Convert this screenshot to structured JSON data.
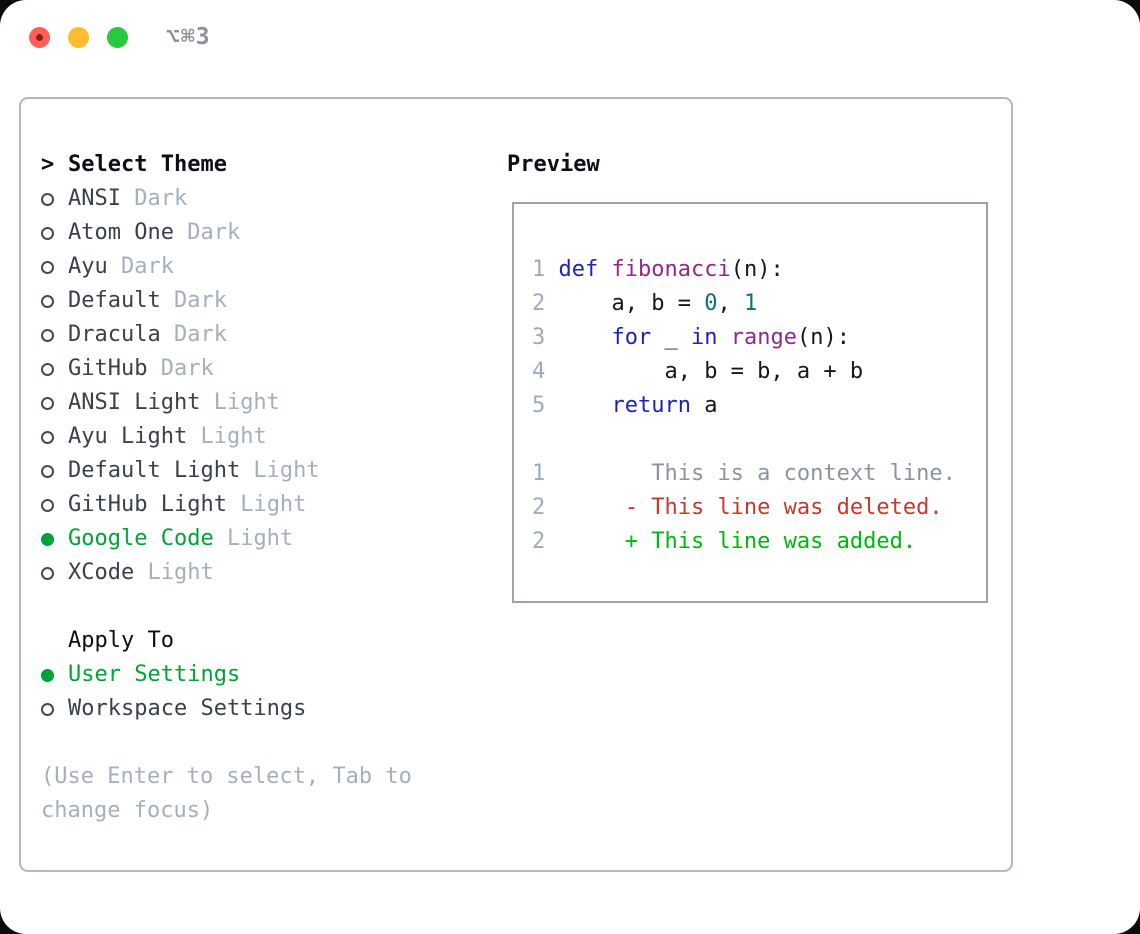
{
  "window": {
    "title": "⌥⌘3",
    "traffic_lights": [
      "close",
      "minimize",
      "zoom"
    ],
    "close_has_unsaved_dot": true
  },
  "theme_picker": {
    "header": {
      "prefix": ">",
      "label": "Select Theme"
    },
    "themes": [
      {
        "name": "ANSI",
        "variant": "Dark",
        "selected": false
      },
      {
        "name": "Atom One",
        "variant": "Dark",
        "selected": false
      },
      {
        "name": "Ayu",
        "variant": "Dark",
        "selected": false
      },
      {
        "name": "Default",
        "variant": "Dark",
        "selected": false
      },
      {
        "name": "Dracula",
        "variant": "Dark",
        "selected": false
      },
      {
        "name": "GitHub",
        "variant": "Dark",
        "selected": false
      },
      {
        "name": "ANSI Light",
        "variant": "Light",
        "selected": false
      },
      {
        "name": "Ayu Light",
        "variant": "Light",
        "selected": false
      },
      {
        "name": "Default Light",
        "variant": "Light",
        "selected": false
      },
      {
        "name": "GitHub Light",
        "variant": "Light",
        "selected": false
      },
      {
        "name": "Google Code",
        "variant": "Light",
        "selected": true
      },
      {
        "name": "XCode",
        "variant": "Light",
        "selected": false
      }
    ],
    "apply_to": {
      "label": "Apply To",
      "options": [
        {
          "name": "User Settings",
          "selected": true
        },
        {
          "name": "Workspace Settings",
          "selected": false
        }
      ]
    },
    "help_lines": [
      "(Use Enter to select, Tab to",
      "change focus)"
    ]
  },
  "preview": {
    "label": "Preview",
    "code_lines": [
      [
        [
          "ln",
          "1 "
        ],
        [
          "kw",
          "def"
        ],
        [
          "pl",
          " "
        ],
        [
          "fn",
          "fibonacci"
        ],
        [
          "pl",
          "(n):"
        ]
      ],
      [
        [
          "ln",
          "2 "
        ],
        [
          "pl",
          "    a, b = "
        ],
        [
          "num",
          "0"
        ],
        [
          "pl",
          ", "
        ],
        [
          "num",
          "1"
        ]
      ],
      [
        [
          "ln",
          "3 "
        ],
        [
          "pl",
          "    "
        ],
        [
          "kw",
          "for"
        ],
        [
          "pl",
          " _ "
        ],
        [
          "kw",
          "in"
        ],
        [
          "pl",
          " "
        ],
        [
          "fn",
          "range"
        ],
        [
          "pl",
          "(n):"
        ]
      ],
      [
        [
          "ln",
          "4 "
        ],
        [
          "pl",
          "        a, b = b, a + b"
        ]
      ],
      [
        [
          "ln",
          "5 "
        ],
        [
          "pl",
          "    "
        ],
        [
          "kw",
          "return"
        ],
        [
          "pl",
          " a"
        ]
      ],
      [],
      [
        [
          "ln",
          "1 "
        ],
        [
          "ctx",
          "       This is a context line."
        ]
      ],
      [
        [
          "ln",
          "2 "
        ],
        [
          "del",
          "     - This line was deleted."
        ]
      ],
      [
        [
          "ln",
          "2 "
        ],
        [
          "add",
          "     + This line was added."
        ]
      ]
    ]
  },
  "colors": {
    "selection_green": "#00a337",
    "diff_added_green": "#00b80d",
    "diff_deleted_red": "#c5392a",
    "diff_context_gray": "#8d949d",
    "keyword_blue": "#1e23b4",
    "function_purple": "#8e2a8e",
    "number_teal": "#0e6f74",
    "line_number_gray": "#9dabbd",
    "variant_gray": "#a5afbd",
    "item_text": "#3b414c",
    "panel_border": "#b2b9c3",
    "box_border": "#9ba3ac",
    "title_gray": "#8d9298",
    "traffic_red": "#ff5f57",
    "traffic_yellow": "#febc2e",
    "traffic_green": "#28c840"
  }
}
